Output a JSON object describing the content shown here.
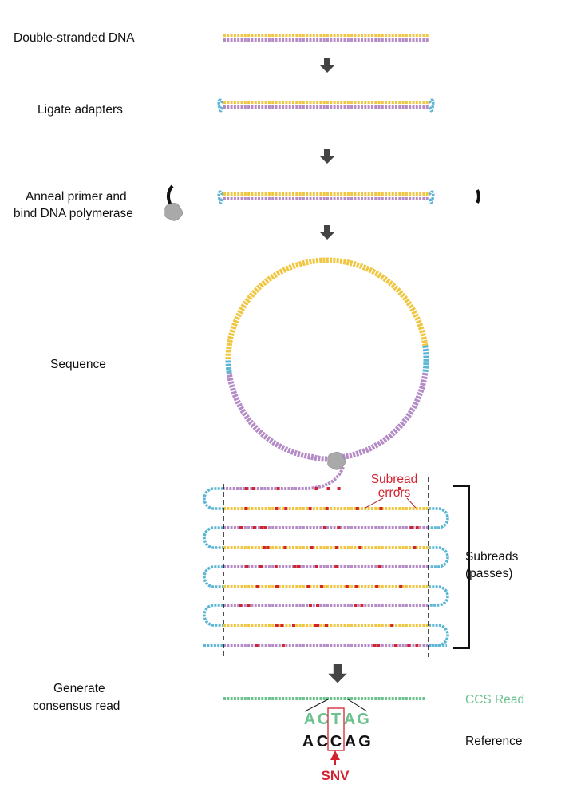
{
  "steps": {
    "double_stranded": "Double-stranded DNA",
    "ligate": "Ligate adapters",
    "anneal_line1": "Anneal primer and",
    "anneal_line2": "bind DNA polymerase",
    "sequence": "Sequence",
    "generate_line1": "Generate",
    "generate_line2": "consensus read"
  },
  "annotations": {
    "subread_errors_line1": "Subread",
    "subread_errors_line2": "errors",
    "subreads_line1": "Subreads",
    "subreads_line2": "(passes)",
    "ccs_read": "CCS Read",
    "reference": "Reference",
    "snv": "SNV"
  },
  "sequences": {
    "ccs": [
      "A",
      "C",
      "T",
      "A",
      "G"
    ],
    "reference": [
      "A",
      "C",
      "C",
      "A",
      "G"
    ]
  },
  "colors": {
    "insert_strand_1": "#f1c63f",
    "insert_strand_2": "#b48bc6",
    "adapter": "#5bb5d5",
    "ccs": "#6cc18e",
    "error": "#d3222f",
    "arrow": "#444444",
    "polymerase": "#a9a9a9"
  }
}
